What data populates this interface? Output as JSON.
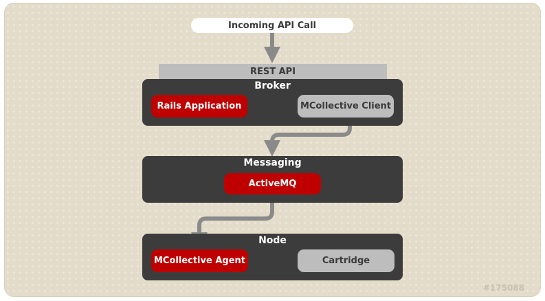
{
  "incoming_label": "Incoming API Call",
  "rest_api_label": "REST API",
  "broker": {
    "title": "Broker",
    "rails_label": "Rails Application",
    "mcollective_client_label": "MCollective Client"
  },
  "messaging": {
    "title": "Messaging",
    "activemq_label": "ActiveMQ"
  },
  "node": {
    "title": "Node",
    "agent_label": "MCollective Agent",
    "cartridge_label": "Cartridge"
  },
  "watermark": "#175088",
  "colors": {
    "background": "#e4dcca",
    "panel": "#3c3c3c",
    "red_box": "#bf0000",
    "grey_box": "#bdbdbd",
    "connector": "#8a8a8a"
  }
}
